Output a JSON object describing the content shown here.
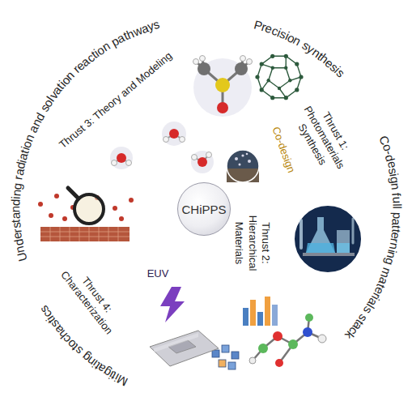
{
  "diagram": {
    "nodes": [
      {
        "text": [
          "Understanding radiation and solvation reaction pathways",
          "Precision synthesis",
          "Co-design full patterning materials stack",
          "Mitigating stochastics"
        ]
      },
      {
        "text": [
          "Thrust 3: Theory and Modeling"
        ],
        "in": 0
      },
      {
        "text": [
          "Thrust 1: Photomaterials Synthesis"
        ],
        "in": 0
      },
      {
        "text": [
          "Thrust 2: Hierarchical Materials"
        ],
        "in": 0
      },
      {
        "text": [
          "Thrust 4: Characterization"
        ],
        "in": 0
      },
      {
        "text": [
          "CHiPPS"
        ],
        "in": 0
      }
    ],
    "labels": [
      "Co-design",
      "EUV"
    ]
  }
}
